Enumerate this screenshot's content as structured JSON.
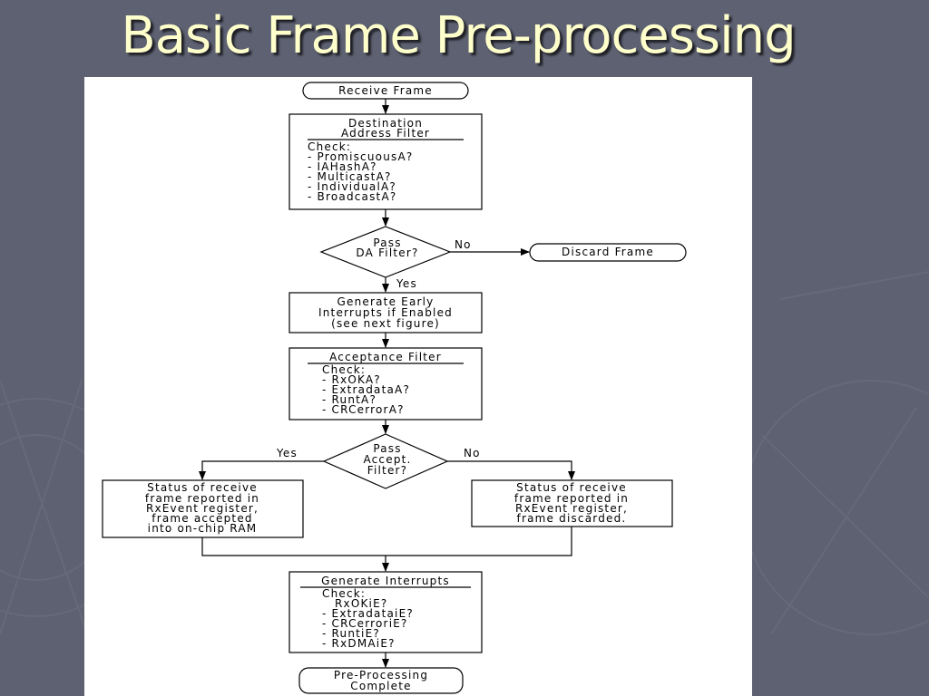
{
  "slide": {
    "title": "Basic Frame Pre-processing"
  },
  "flowchart": {
    "start": "Receive Frame",
    "da_filter": {
      "title_lines": [
        "Destination",
        "Address Filter"
      ],
      "lines": [
        "Check:",
        "- PromiscuousA?",
        "- IAHashA?",
        "- MulticastA?",
        "- IndividualA?",
        "- BroadcastA?"
      ]
    },
    "pass_da": {
      "lines": [
        "Pass",
        "DA Filter?"
      ],
      "no_label": "No",
      "yes_label": "Yes"
    },
    "discard": "Discard Frame",
    "early_interrupts": {
      "lines": [
        "Generate Early",
        "Interrupts if Enabled",
        "(see next figure)"
      ]
    },
    "acceptance_filter": {
      "title": "Acceptance Filter",
      "lines": [
        "Check:",
        "- RxOKA?",
        "- ExtradataA?",
        "- RuntA?",
        "- CRCerrorA?"
      ]
    },
    "pass_accept": {
      "lines": [
        "Pass",
        "Accept.",
        "Filter?"
      ],
      "yes_label": "Yes",
      "no_label": "No"
    },
    "status_accepted": {
      "lines": [
        "Status of receive",
        "frame reported in",
        "RxEvent register,",
        "frame accepted",
        "into on-chip RAM"
      ]
    },
    "status_discarded": {
      "lines": [
        "Status of receive",
        "frame reported in",
        "RxEvent register,",
        "frame discarded."
      ]
    },
    "generate_interrupts": {
      "title": "Generate Interrupts",
      "lines": [
        "Check:",
        "RxOKiE?",
        "- ExtradataiE?",
        "- CRCerroriE?",
        "- RuntiE?",
        "- RxDMAiE?"
      ]
    },
    "end": {
      "lines": [
        "Pre-Processing",
        "Complete"
      ]
    }
  }
}
